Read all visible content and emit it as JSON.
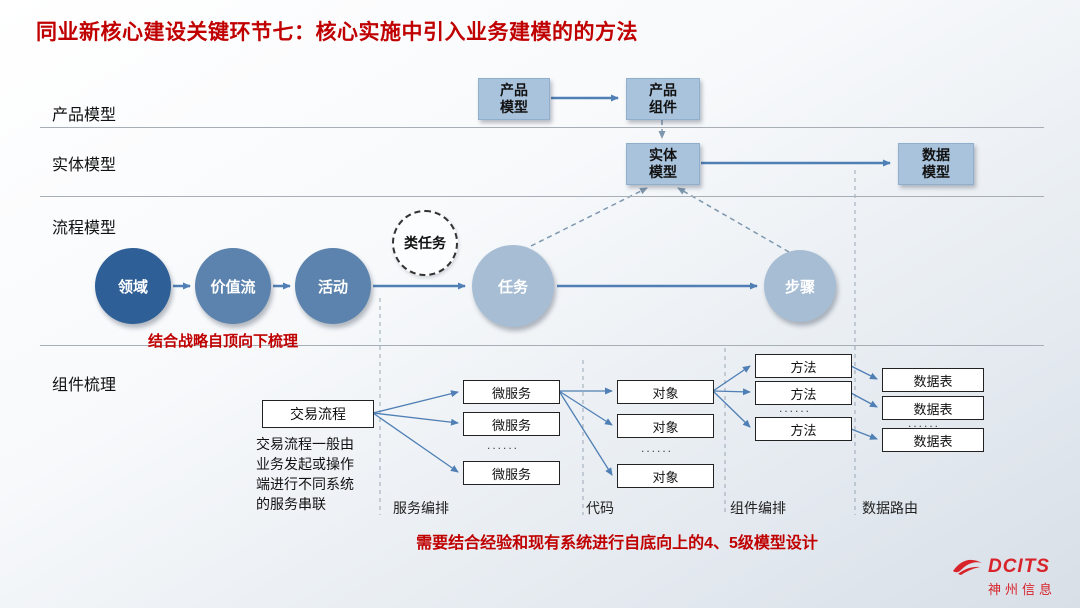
{
  "title": "同业新核心建设关键环节七：核心实施中引入业务建模的的方法",
  "row_labels": [
    "产品模型",
    "实体模型",
    "流程模型",
    "组件梳理"
  ],
  "boxes": {
    "product_model": "产品\n模型",
    "product_component": "产品\n组件",
    "entity_model": "实体\n模型",
    "data_model": "数据\n模型"
  },
  "flow": {
    "circles": [
      "领域",
      "价值流",
      "活动",
      "任务",
      "步骤"
    ],
    "class_task": "类任务",
    "note": "结合战略自顶向下梳理"
  },
  "bottom": {
    "transaction_flow": "交易流程",
    "transaction_note": "交易流程一般由\n业务发起或操作\n端进行不同系统\n的服务串联",
    "microservices": [
      "微服务",
      "微服务",
      "微服务"
    ],
    "objects": [
      "对象",
      "对象",
      "对象"
    ],
    "methods": [
      "方法",
      "方法",
      "方法"
    ],
    "data_tables": [
      "数据表",
      "数据表",
      "数据表"
    ],
    "dots": "......",
    "column_labels": [
      "服务编排",
      "代码",
      "组件编排",
      "数据路由"
    ],
    "note": "需要结合经验和现有系统进行自底向上的4、5级模型设计"
  },
  "logo": {
    "brand": "DCITS",
    "company": "神州信息"
  },
  "colors": {
    "accent_red": "#c00000",
    "box_blue": "#a9c3dc",
    "circle_dark": "#2e5f96",
    "circle_mid": "#5b83ad",
    "circle_light": "#a6bdd4",
    "arrow_blue": "#4f7fb5"
  }
}
